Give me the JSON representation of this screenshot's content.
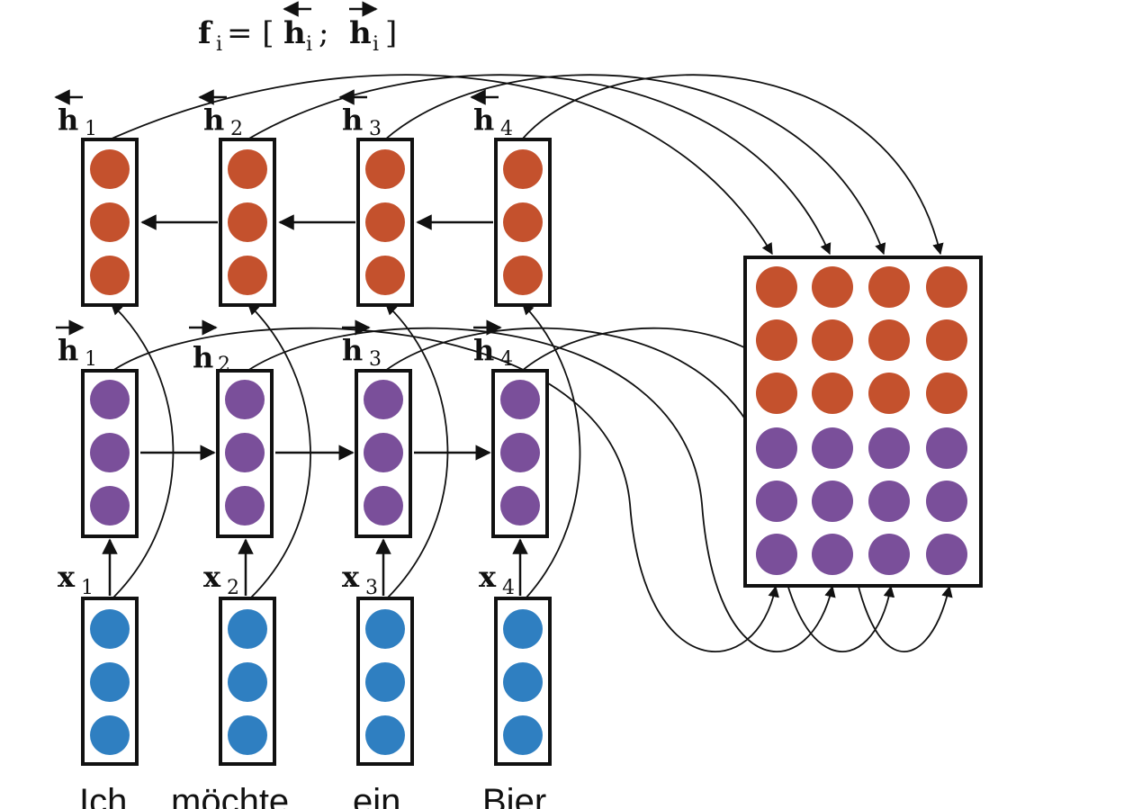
{
  "formula": {
    "f": "f",
    "i": "i",
    "eq": " = [",
    "h": "h",
    "i1": "i",
    "sep": ";",
    "h2": "h",
    "i2": "i",
    "close": "]"
  },
  "columns": [
    {
      "bwd_label": "h",
      "bwd_sub": "1",
      "fwd_label": "h",
      "fwd_sub": "1",
      "x_label": "x",
      "x_sub": "1",
      "word": "Ich"
    },
    {
      "bwd_label": "h",
      "bwd_sub": "2",
      "fwd_label": "h",
      "fwd_sub": "2",
      "x_label": "x",
      "x_sub": "2",
      "word": "möchte"
    },
    {
      "bwd_label": "h",
      "bwd_sub": "3",
      "fwd_label": "h",
      "fwd_sub": "3",
      "x_label": "x",
      "x_sub": "3",
      "word": "ein"
    },
    {
      "bwd_label": "h",
      "bwd_sub": "4",
      "fwd_label": "h",
      "fwd_sub": "4",
      "x_label": "x",
      "x_sub": "4",
      "word": "Bier"
    }
  ],
  "colors": {
    "backward": "#c4512d",
    "forward": "#7a4f9a",
    "input": "#2f7fc1",
    "outline": "#111111"
  }
}
